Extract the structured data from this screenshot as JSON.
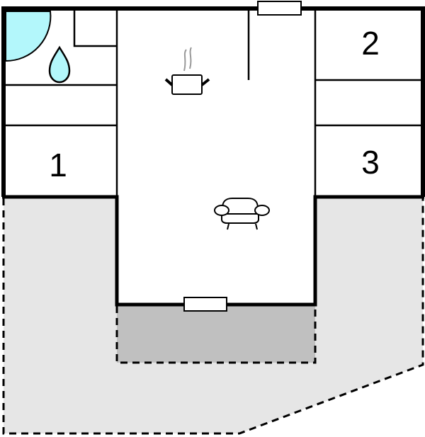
{
  "diagram": {
    "type": "floor-plan",
    "rooms": [
      {
        "id": "bedroom-1",
        "label": "1"
      },
      {
        "id": "bedroom-2",
        "label": "2"
      },
      {
        "id": "bedroom-3",
        "label": "3"
      }
    ],
    "icons": [
      "shower-icon",
      "water-drop-icon",
      "cooking-pot-icon",
      "sofa-icon"
    ],
    "areas": [
      "bathroom",
      "kitchen-living",
      "covered-terrace",
      "outdoor-terrace"
    ],
    "colors": {
      "wall": "#000000",
      "room_fill": "#ffffff",
      "water": "#b3f7fb",
      "terrace_light": "#e6e6e6",
      "terrace_dark": "#c0c0c0",
      "steam": "#999999"
    }
  }
}
